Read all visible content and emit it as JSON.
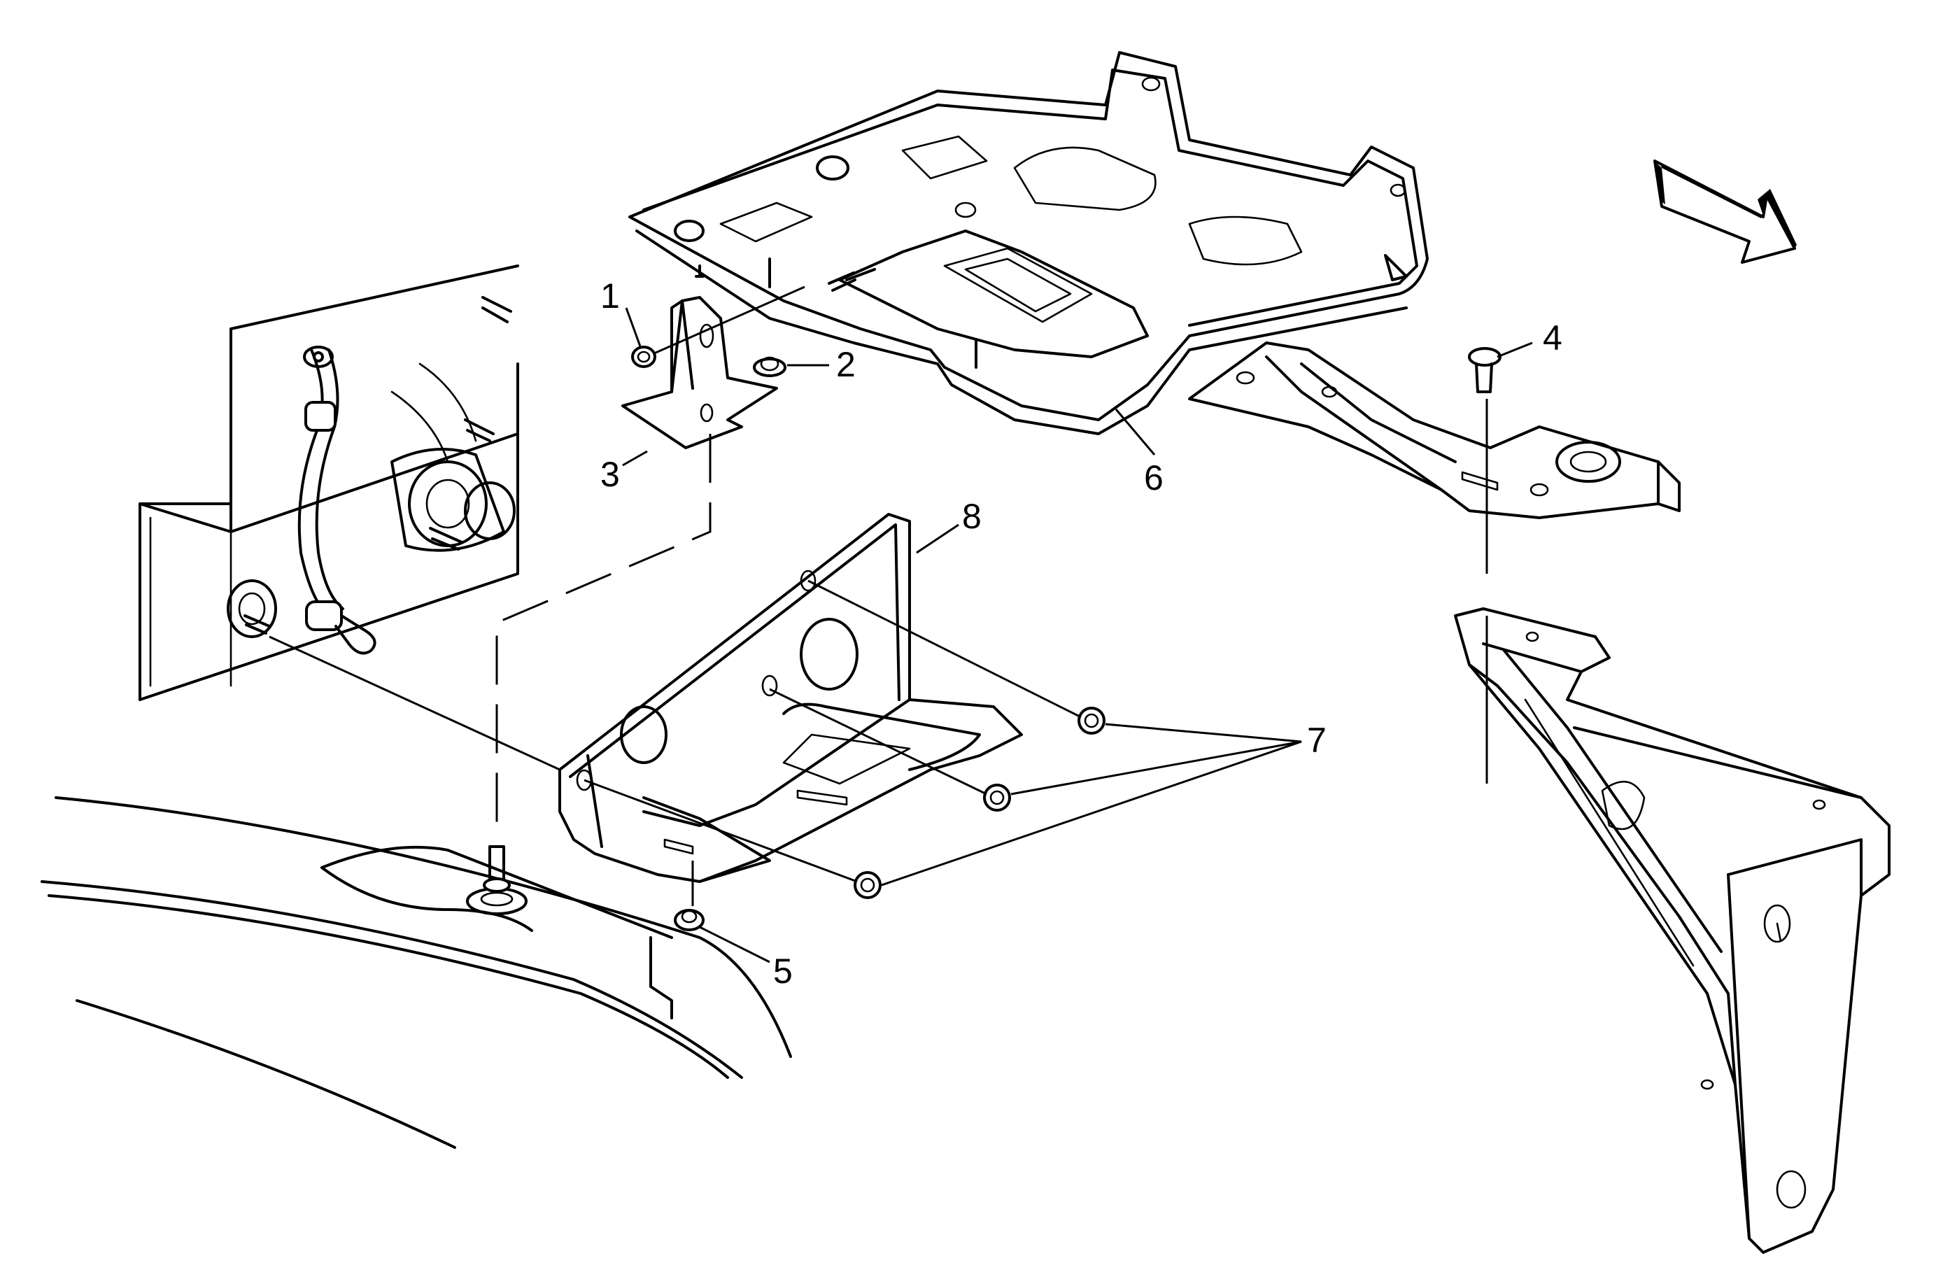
{
  "diagram": {
    "callouts": [
      {
        "id": "1",
        "label": "1"
      },
      {
        "id": "2",
        "label": "2"
      },
      {
        "id": "3",
        "label": "3"
      },
      {
        "id": "4",
        "label": "4"
      },
      {
        "id": "5",
        "label": "5"
      },
      {
        "id": "6",
        "label": "6"
      },
      {
        "id": "7",
        "label": "7"
      },
      {
        "id": "8",
        "label": "8"
      }
    ],
    "view_arrow_icon": "direction-arrow-icon",
    "colors": {
      "line": "#000000",
      "background": "#ffffff"
    }
  }
}
